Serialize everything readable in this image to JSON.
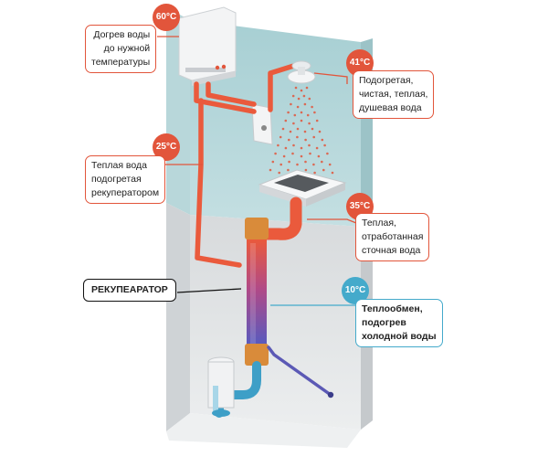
{
  "labels": {
    "heater": {
      "temp": "60°C",
      "lines": [
        "Догрев воды",
        "до нужной",
        "температуры"
      ]
    },
    "shower": {
      "temp": "41°C",
      "lines": [
        "Подогретая,",
        "чистая, теплая,",
        "душевая вода"
      ]
    },
    "preheated": {
      "temp": "25°C",
      "lines": [
        "Теплая вода",
        "подогретая",
        "рекуператором"
      ]
    },
    "waste": {
      "temp": "35°C",
      "lines": [
        "Теплая,",
        "отработанная",
        "сточная вода"
      ]
    },
    "exchange": {
      "temp": "10°C",
      "lines": [
        "Теплообмен,",
        "подогрев",
        "холодной воды"
      ]
    },
    "recuperator": "РЕКУПЕАРАТОР"
  },
  "colors": {
    "accent_red": "#e2553b",
    "accent_blue": "#44aacb",
    "hot_pipe": "#ea5a3c",
    "cold_pipe": "#5b59b5",
    "wall_teal": "#a9cfd3",
    "wall_gray": "#dcdfe1",
    "insulation": "#d98b3a"
  }
}
